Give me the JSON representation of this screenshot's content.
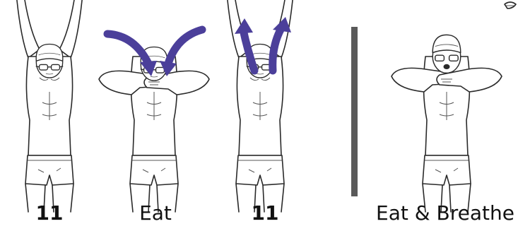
{
  "labels": {
    "figure1": "11",
    "figure2": "Eat",
    "figure3": "11",
    "figure4": "Eat & Breathe"
  },
  "colors": {
    "arrow": "#4b3f9a",
    "divider": "#5a5a5a",
    "outline": "#2a2a2a"
  }
}
